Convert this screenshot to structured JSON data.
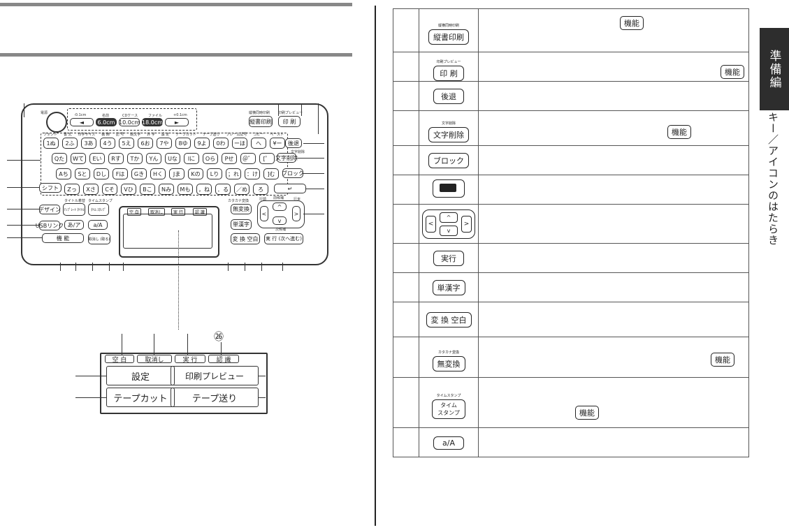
{
  "sidebar": {
    "tab_label": "準備編",
    "section_label": "キー／アイコンのはたらき"
  },
  "keyboard": {
    "power_label": "電源",
    "top_tiny": [
      "-0.1cm",
      "名前",
      "CDケース",
      "ファイル",
      "+0.1cm"
    ],
    "top_keys": [
      "◄",
      "6.0cm",
      "10.0cm",
      "18.0cm",
      "►"
    ],
    "num_row_tiny": [
      "フォント",
      "書 式",
      "印字サイズ",
      "装 飾",
      "記 号",
      "絵文字",
      "外 字",
      "設 定",
      "テープカット",
      "テープ送り",
      "フレーム記号",
      "コピー",
      "ペースト"
    ],
    "num_row": [
      "1ぬ",
      "2ふ",
      "3あ",
      "4う",
      "5え",
      "6お",
      "7や",
      "8ゆ",
      "9よ",
      "0わ",
      "ーほ",
      "へ",
      "¥ー"
    ],
    "row_q": [
      "Qた",
      "Wて",
      "Eい",
      "Rす",
      "Tか",
      "Yん",
      "Uな",
      "Iに",
      "Oら",
      "Pせ",
      "＠゛",
      "[゜"
    ],
    "row_a": [
      "Aち",
      "Sと",
      "Dし",
      "Fは",
      "Gき",
      "Hく",
      "Jま",
      "Kの",
      "Lり",
      "；れ",
      "：け",
      "]む"
    ],
    "row_z": [
      "Zっ",
      "Xさ",
      "Cそ",
      "Vひ",
      "Bこ",
      "Nみ",
      "Mも",
      "，ね",
      "．る",
      "／め",
      "ろ"
    ],
    "left_keys": [
      "シフト",
      "デザイン",
      "テンプレート",
      "USBリンク",
      "機 能"
    ],
    "left_tiny": [
      "タイトル着替",
      "タイムスタンプ"
    ],
    "mid_keys": [
      "ﾃﾝﾌﾟﾚｰﾄ ﾀｲﾄﾙ",
      "ﾀｲﾑ ｽﾀﾝﾌﾟ",
      "あ/ア",
      "a/A",
      "取消し (取る)"
    ],
    "right_keys": [
      "後退",
      "文字削除",
      "ブロック",
      "↵"
    ],
    "right_top_keys": [
      "縦書印刷",
      "印 刷"
    ],
    "right_top_tiny": [
      "縦横同時印刷",
      "印刷プレビュー"
    ],
    "right_tiny": [
      "文字削除"
    ],
    "conv_keys": [
      "無変換",
      "単漢字",
      "変 換 空白",
      "実 行 (次へ進む)"
    ],
    "conv_tiny": [
      "カタカナ変換",
      "行頭",
      "前候補",
      "行末",
      "次候補"
    ],
    "lcd_tabs": [
      "空 白",
      "取消し",
      "実 行",
      "認 識"
    ]
  },
  "lcd_zoom": {
    "circle_number": "㉖",
    "tabs": [
      "空 白",
      "取消し",
      "実 行",
      "認 識"
    ],
    "cells": [
      "設定",
      "印刷プレビュー",
      "テープカット",
      "テープ送り"
    ]
  },
  "table": {
    "func_label": "機能",
    "rows": [
      {
        "sub": "縦横同時印刷",
        "key": "縦書印刷"
      },
      {
        "sub": "印刷プレビュー",
        "key": "印 刷"
      },
      {
        "sub": "",
        "key": "後退"
      },
      {
        "sub": "文字削除",
        "key": "文字削除"
      },
      {
        "sub": "",
        "key": "ブロック"
      },
      {
        "sub": "",
        "key": "enter"
      },
      {
        "sub": "",
        "key": "arrows"
      },
      {
        "sub": "",
        "key": "実行"
      },
      {
        "sub": "",
        "key": "単漢字"
      },
      {
        "sub": "",
        "key": "変 換 空白"
      },
      {
        "sub": "カタカナ変換",
        "key": "無変換"
      },
      {
        "sub": "タイムスタンプ",
        "key": "タイム スタンプ"
      },
      {
        "sub": "",
        "key": "a/A"
      }
    ]
  }
}
